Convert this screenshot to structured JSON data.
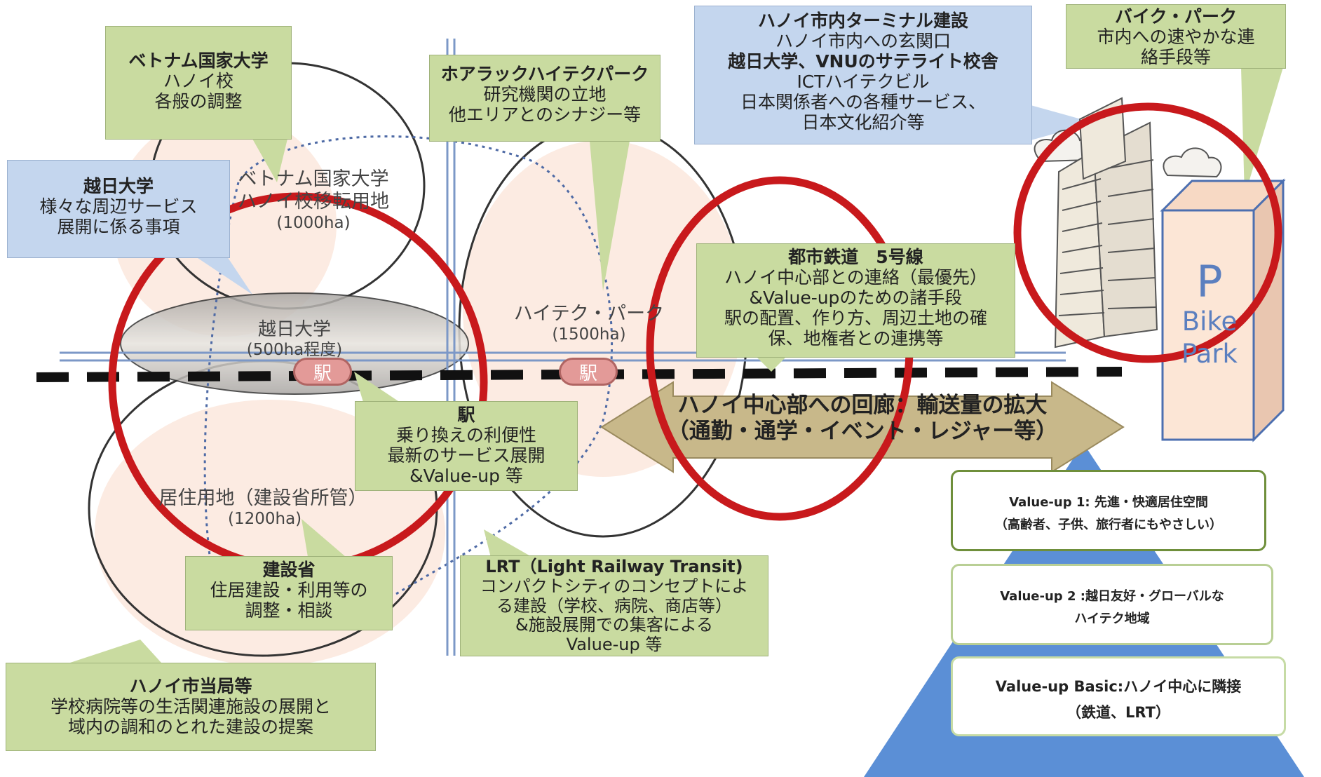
{
  "colors": {
    "green_callout": "#c9dba0",
    "blue_callout": "#c4d6ee",
    "zone_fill": "#fbe7dd",
    "red_circle": "#c8191c",
    "pyramid": "#5b8fd6",
    "station": "#e39a98"
  },
  "callouts": {
    "vnu": {
      "title": "ベトナム国家大学",
      "lines": [
        "ハノイ校",
        "各般の調整"
      ]
    },
    "vietnam_japan_univ": {
      "title": "越日大学",
      "lines": [
        "様々な周辺サービス",
        "展開に係る事項"
      ]
    },
    "hoa_lac": {
      "title": "ホアラックハイテクパーク",
      "lines": [
        "研究機関の立地",
        "他エリアとのシナジー等"
      ]
    },
    "terminal": {
      "title": "ハノイ市内ターミナル建設",
      "line1": "ハノイ市内への玄関口",
      "bold_line": "越日大学、VNUのサテライト校舎",
      "lines": [
        "ICTハイテクビル",
        "日本関係者への各種サービス、",
        "日本文化紹介等"
      ]
    },
    "bike_park": {
      "title": "バイク・パーク",
      "lines": [
        "市内への速やかな連",
        "絡手段等"
      ]
    },
    "urban_railway": {
      "title": "都市鉄道　5号線",
      "lines": [
        "ハノイ中心部との連絡（最優先）",
        "&Value-upのための諸手段",
        "駅の配置、作り方、周辺土地の確",
        "保、地権者との連携等"
      ]
    },
    "station": {
      "title": "駅",
      "lines": [
        "乗り換えの利便性",
        "最新のサービス展開",
        "&Value-up 等"
      ]
    },
    "moc": {
      "title": "建設省",
      "lines": [
        "住居建設・利用等の",
        "調整・相談"
      ]
    },
    "lrt": {
      "title": "LRT（Light Railway Transit)",
      "lines": [
        "コンパクトシティのコンセプトによ",
        "る建設（学校、病院、商店等）",
        "&施設展開での集客による",
        "Value-up 等"
      ]
    },
    "hanoi_city": {
      "title": "ハノイ市当局等",
      "lines": [
        "学校病院等の生活関連施設の展開と",
        "域内の調和のとれた建設の提案"
      ]
    }
  },
  "zones": {
    "vnu_site": {
      "lines": [
        "ベトナム国家大学",
        "ハノイ校移転用地",
        "(1000ha)"
      ]
    },
    "vju": {
      "lines": [
        "越日大学",
        "(500ha程度)"
      ]
    },
    "hitech": {
      "lines": [
        "ハイテク・パーク",
        "(1500ha)"
      ]
    },
    "residential": {
      "lines": [
        "居住用地（建設省所管）",
        "(1200ha)"
      ]
    }
  },
  "stations": {
    "label": "駅"
  },
  "corridor": {
    "line1": "ハノイ中心部への回廊：輸送量の拡大",
    "line2": "（通勤・通学・イベント・レジャー等）"
  },
  "bike_building": {
    "p": "P",
    "line1": "Bike",
    "line2": "Park"
  },
  "pyramid": {
    "tier1": {
      "line1": "Value-up 1: 先進・快適居住空間",
      "line2": "（高齢者、子供、旅行者にもやさしい）"
    },
    "tier2": {
      "line1": "Value-up 2 :越日友好・グローバルな",
      "line2": "ハイテク地域"
    },
    "tier3": {
      "line1": "Value-up Basic:ハノイ中心に隣接",
      "line2": "（鉄道、LRT）"
    }
  }
}
